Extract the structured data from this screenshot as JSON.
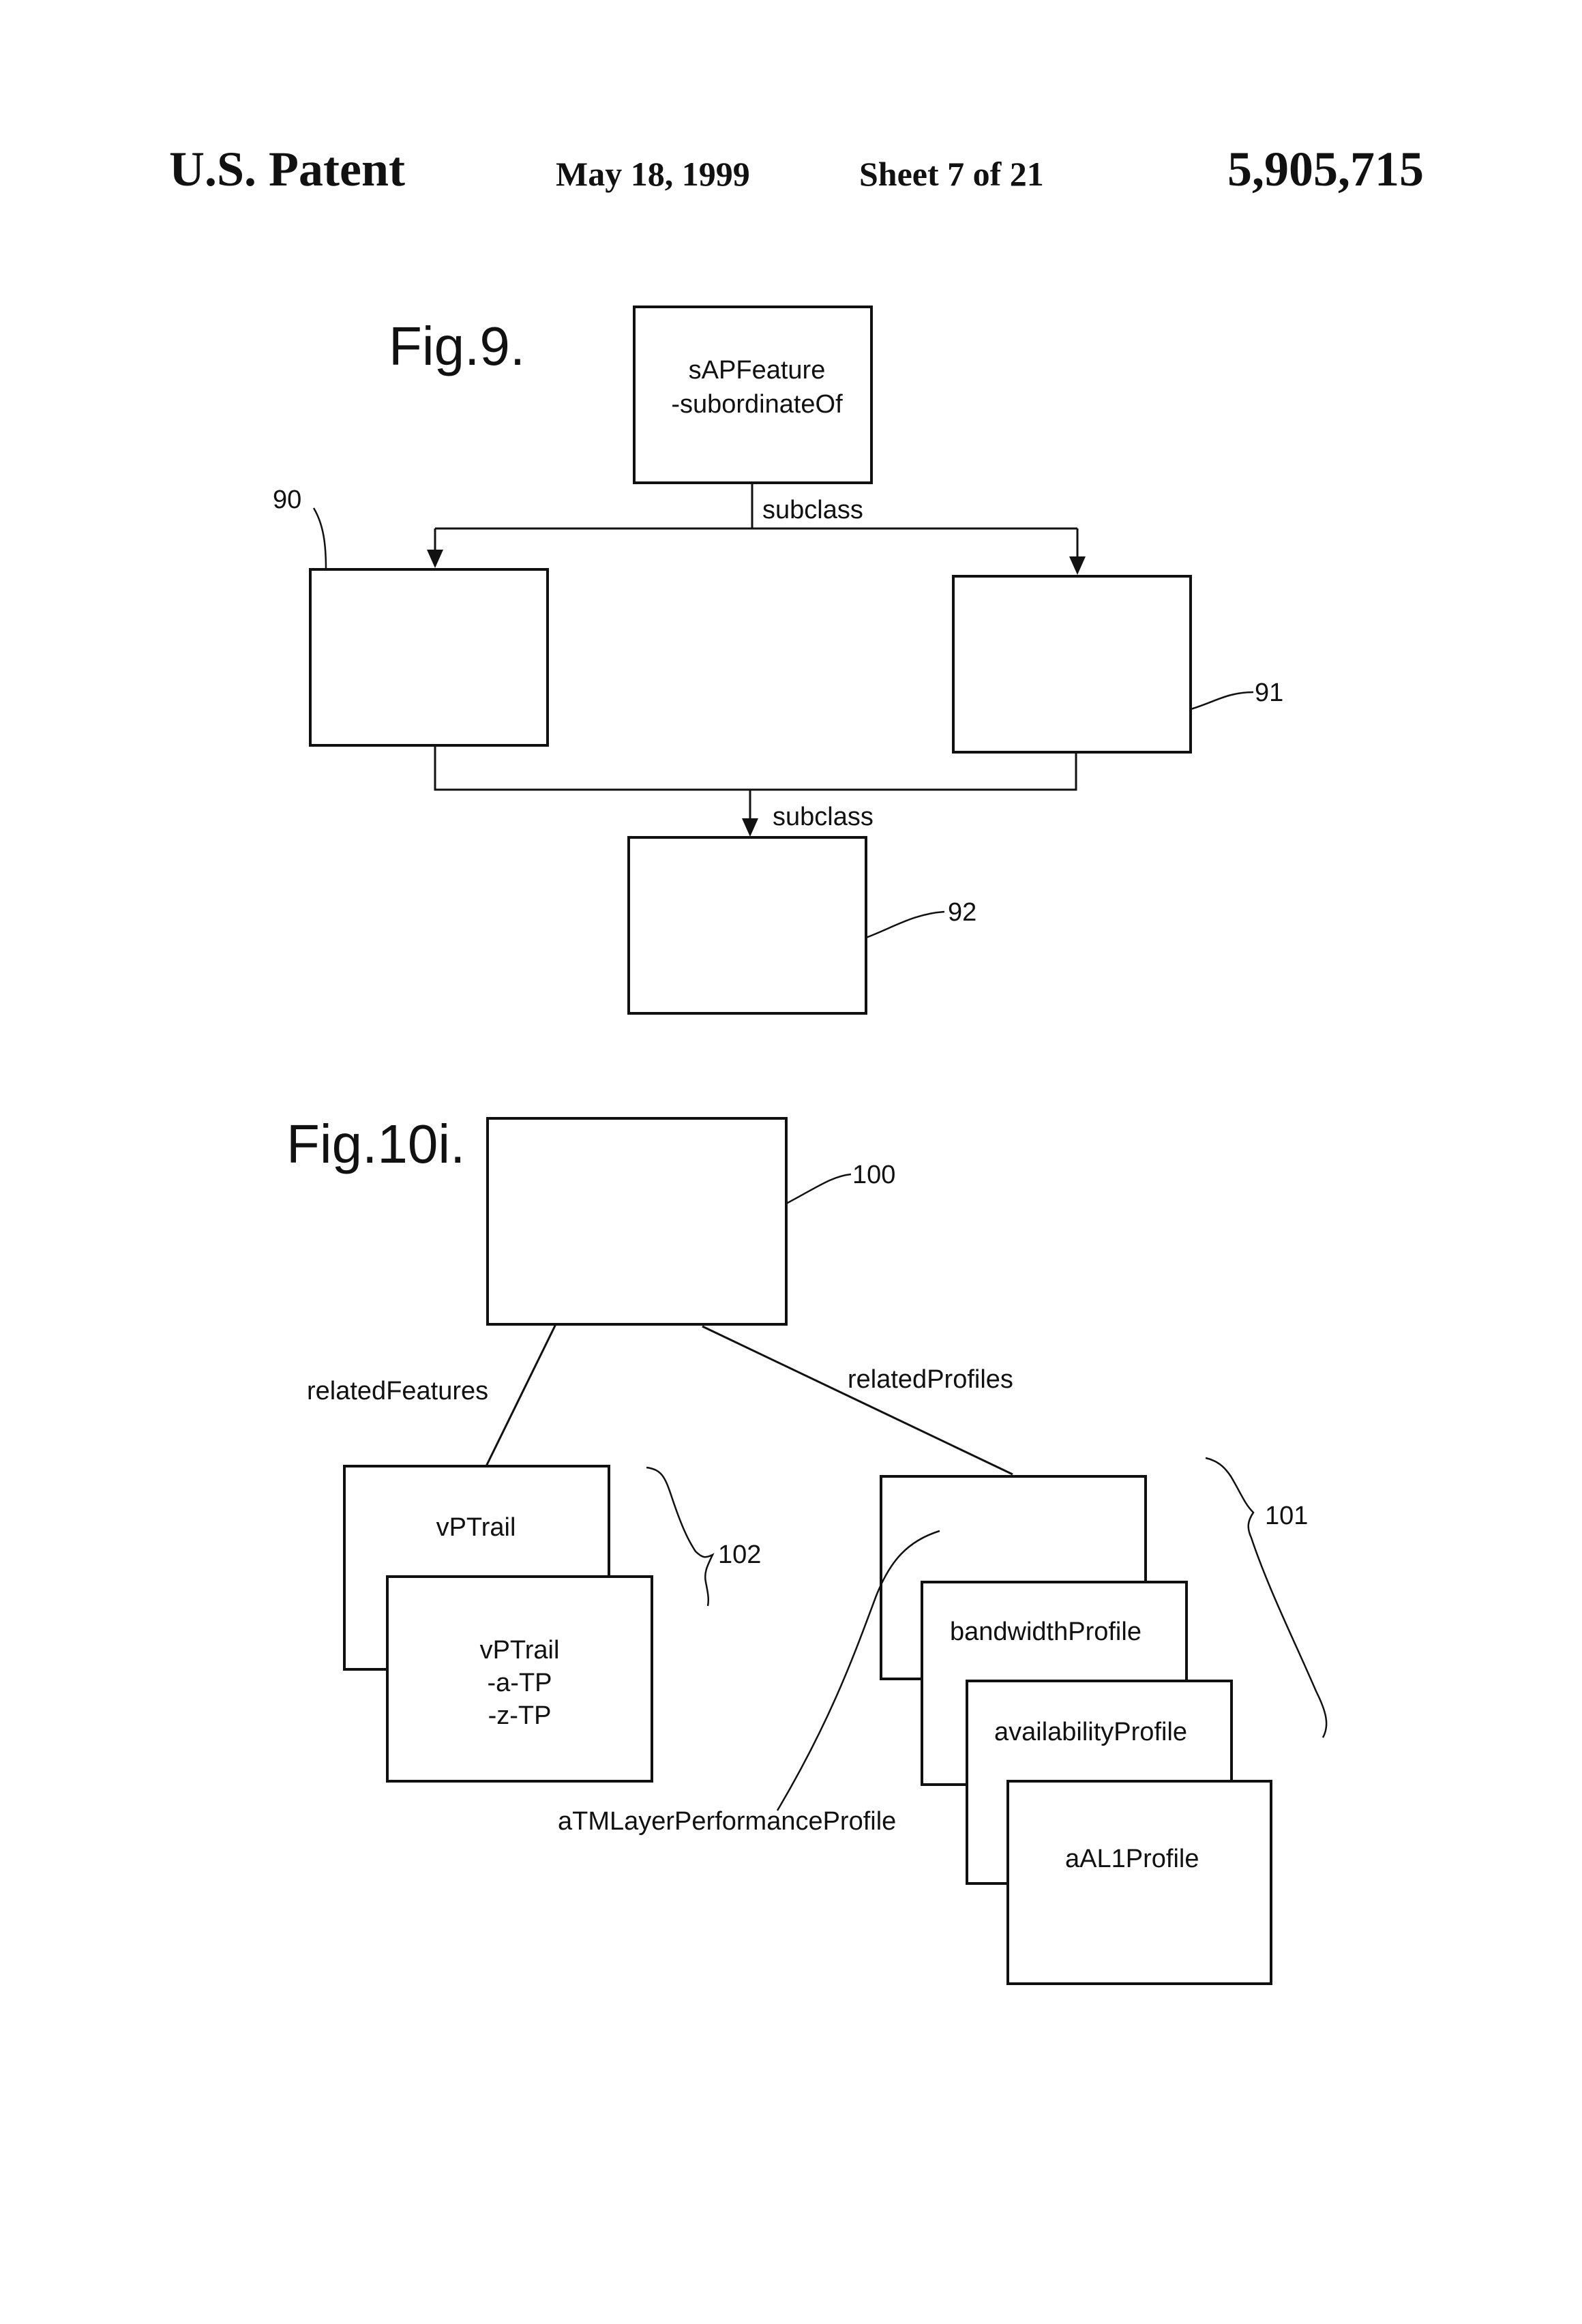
{
  "header": {
    "title": "U.S. Patent",
    "date": "May 18, 1999",
    "sheet": "Sheet 7 of 21",
    "patent_number": "5,905,715"
  },
  "fig9": {
    "title": "Fig.9.",
    "top_box_line1": "sAPFeature",
    "top_box_line2": "-subordinateOf",
    "edge_label_top": "subclass",
    "edge_label_bottom": "subclass",
    "ref_left": "90",
    "ref_right": "91",
    "ref_bottom": "92"
  },
  "fig10": {
    "title": "Fig.10i.",
    "ref_root": "100",
    "ref_profiles": "101",
    "ref_features": "102",
    "edge_related_features": "relatedFeatures",
    "edge_related_profiles": "relatedProfiles",
    "feature_box1": "vPTrail",
    "feature_box2_line1": "vPTrail",
    "feature_box2_line2": "-a-TP",
    "feature_box2_line3": "-z-TP",
    "profile_atm": "aTMLayerPerformanceProfile",
    "profile_bandwidth": "bandwidthProfile",
    "profile_availability": "availabilityProfile",
    "profile_aal1": "aAL1Profile"
  }
}
